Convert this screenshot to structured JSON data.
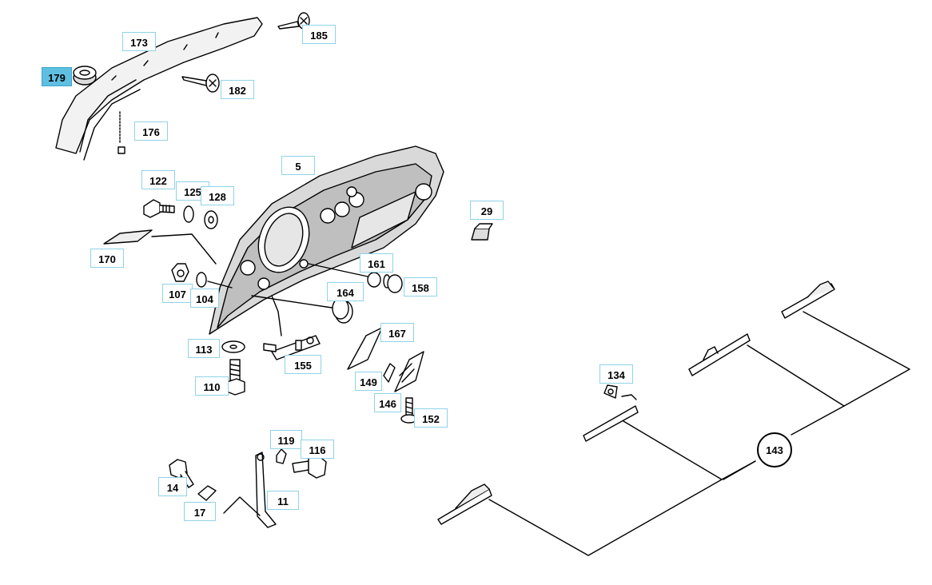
{
  "diagram": {
    "callouts": {
      "c173": "173",
      "c185": "185",
      "c179": "179",
      "c182": "182",
      "c176": "176",
      "c5": "5",
      "c122": "122",
      "c125": "125",
      "c128": "128",
      "c29": "29",
      "c170": "170",
      "c161": "161",
      "c158": "158",
      "c107": "107",
      "c104": "104",
      "c164": "164",
      "c167": "167",
      "c113": "113",
      "c155": "155",
      "c149": "149",
      "c110": "110",
      "c146": "146",
      "c152": "152",
      "c134": "134",
      "c119": "119",
      "c116": "116",
      "c143": "143",
      "c14": "14",
      "c11": "11",
      "c17": "17"
    },
    "selected": "179",
    "colors": {
      "highlight": "#5fbfe0",
      "callout_border": "#8fd3e8",
      "line": "#000000"
    }
  }
}
